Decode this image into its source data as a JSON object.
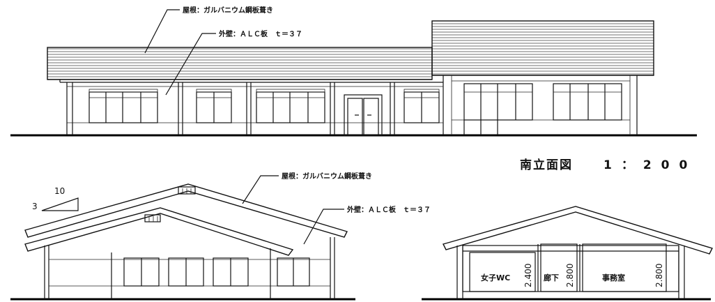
{
  "south_elevation": {
    "roof_label": "屋根：ガルバニウム鋼板葺き",
    "wall_label": "外壁：ＡＬＣ板　ｔ＝３７"
  },
  "title": {
    "name": "南立面図",
    "scale": "1：200"
  },
  "side_elevation": {
    "roof_label": "屋根：ガルバニウム鋼板葺き",
    "wall_label": "外壁：ＡＬＣ板　ｔ＝３７",
    "pitch_rise": "3",
    "pitch_run": "10"
  },
  "section": {
    "rooms": [
      {
        "name": "女子WC",
        "height": "2.400"
      },
      {
        "name": "廊下",
        "height": "2.800"
      },
      {
        "name": "事務室",
        "height": "2.800"
      }
    ]
  }
}
